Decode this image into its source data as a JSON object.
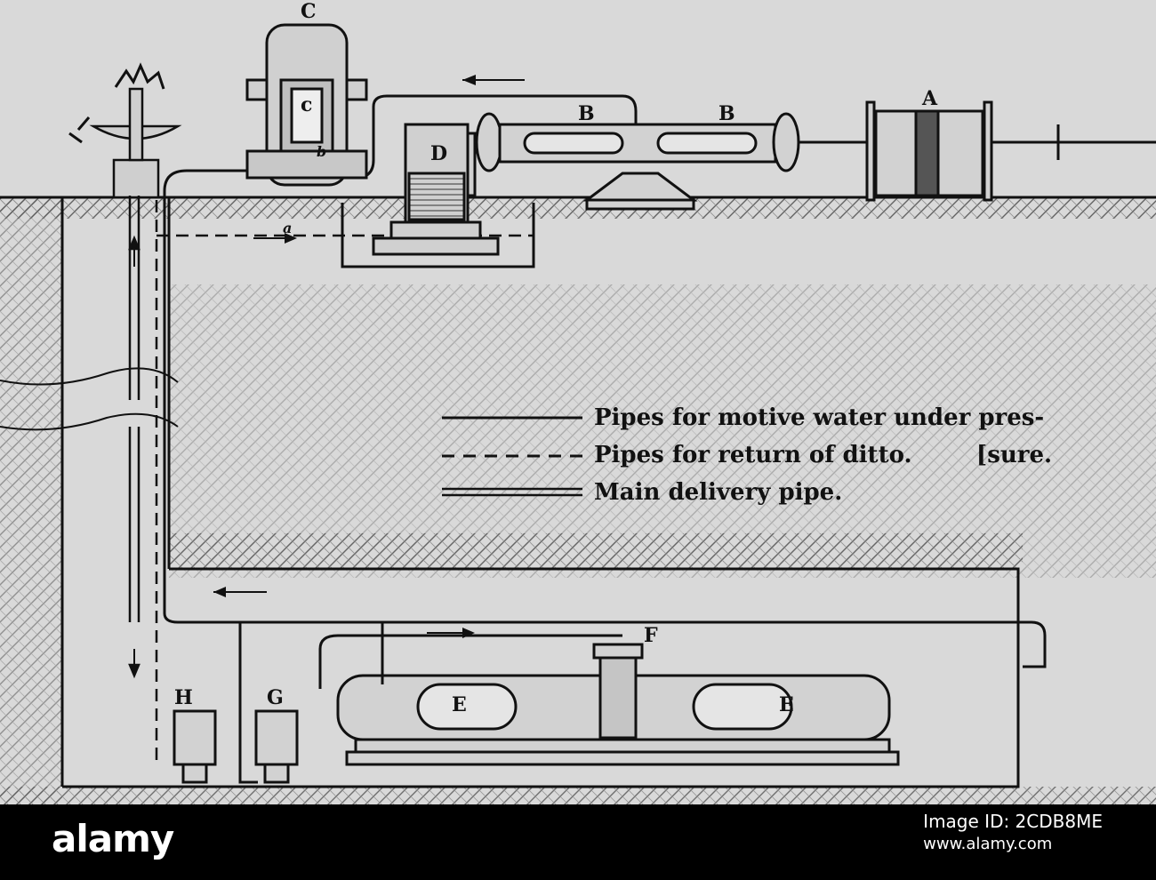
{
  "diagram": {
    "labels": {
      "A": "A",
      "B1": "B",
      "B2": "B",
      "C_outer": "C",
      "C_inner": "c",
      "b": "b",
      "D": "D",
      "a": "a",
      "E1": "E",
      "E2": "E",
      "F": "F",
      "G": "G",
      "H": "H"
    },
    "legend": [
      {
        "style": "solid",
        "text": "Pipes for motive water under pres-"
      },
      {
        "style": "dashed",
        "text": "Pipes for return of ditto.        [sure."
      },
      {
        "style": "double",
        "text": "Main delivery pipe."
      }
    ],
    "colors": {
      "ink": "#111111",
      "paper": "#d9d9d9",
      "earth": "#8a8a8a"
    }
  },
  "watermark": {
    "brand": "alamy",
    "image_id": "Image ID: 2CDB8ME",
    "url": "www.alamy.com"
  }
}
